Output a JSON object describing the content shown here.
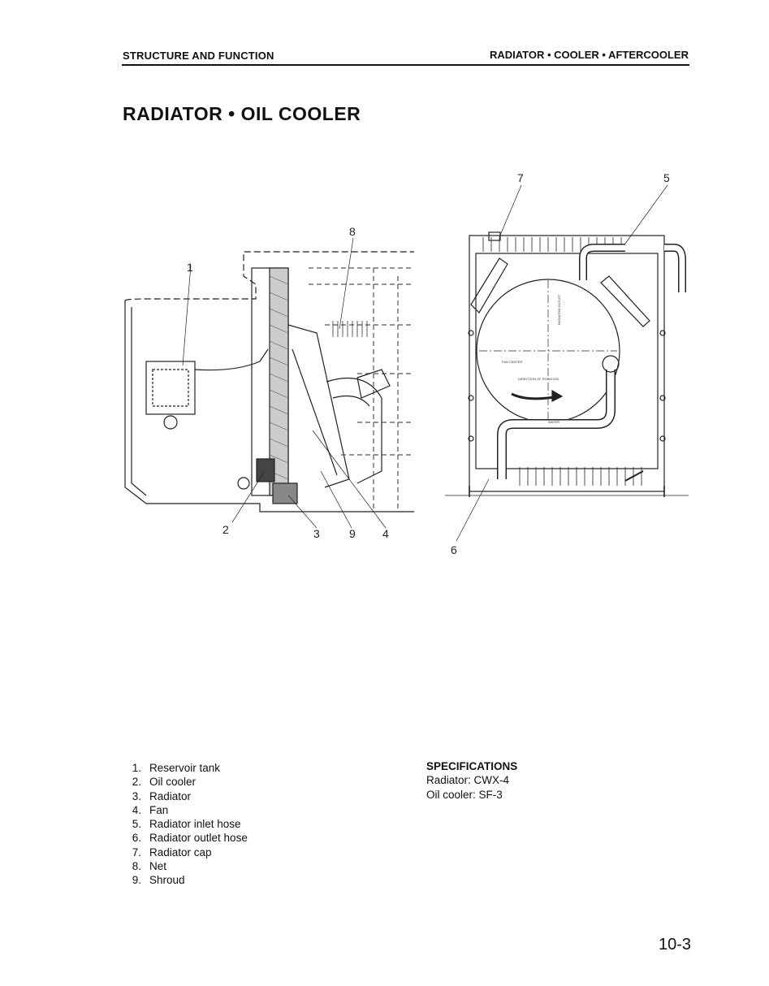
{
  "header": {
    "section": "STRUCTURE AND FUNCTION",
    "topic": "RADIATOR • COOLER • AFTERCOOLER"
  },
  "title": "RADIATOR • OIL COOLER",
  "diagram": {
    "callouts": [
      "1",
      "2",
      "3",
      "4",
      "5",
      "6",
      "7",
      "8",
      "9"
    ],
    "labels": {
      "fan_center": "FAN CENTER",
      "rotation": "DIRECTION OF ROTATION",
      "radiator_side": "RADIATOR OUTLET",
      "water": "WATER"
    }
  },
  "legend": [
    {
      "num": "1.",
      "label": "Reservoir tank"
    },
    {
      "num": "2.",
      "label": "Oil cooler"
    },
    {
      "num": "3.",
      "label": "Radiator"
    },
    {
      "num": "4.",
      "label": "Fan"
    },
    {
      "num": "5.",
      "label": "Radiator inlet hose"
    },
    {
      "num": "6.",
      "label": "Radiator outlet hose"
    },
    {
      "num": "7.",
      "label": "Radiator cap"
    },
    {
      "num": "8.",
      "label": "Net"
    },
    {
      "num": "9.",
      "label": "Shroud"
    }
  ],
  "specifications": {
    "title": "SPECIFICATIONS",
    "radiator": "Radiator: CWX-4",
    "oil_cooler": "Oil cooler: SF-3"
  },
  "page_number": "10-3"
}
